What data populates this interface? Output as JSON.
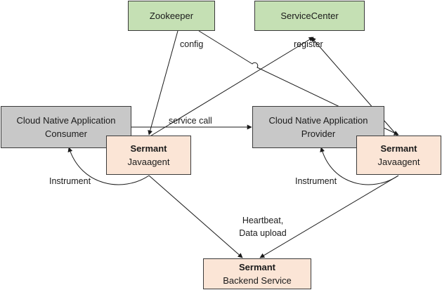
{
  "nodes": {
    "zookeeper": "Zookeeper",
    "service_center": "ServiceCenter",
    "consumer": [
      "Cloud Native Application",
      "Consumer"
    ],
    "provider": [
      "Cloud Native Application",
      "Provider"
    ],
    "agent_left": [
      "Sermant",
      "Javaagent"
    ],
    "agent_right": [
      "Sermant",
      "Javaagent"
    ],
    "backend": [
      "Sermant",
      "Backend Service"
    ]
  },
  "edges": {
    "config": "config",
    "register": "register",
    "service_call": "service call",
    "instrument_left": "Instrument",
    "instrument_right": "Instrument",
    "heartbeat": [
      "Heartbeat,",
      "Data upload"
    ]
  },
  "colors": {
    "registry_fill": "#c5e0b4",
    "app_fill": "#c8c8c8",
    "sermant_fill": "#fbe5d6",
    "line": "#1a1a1a"
  }
}
